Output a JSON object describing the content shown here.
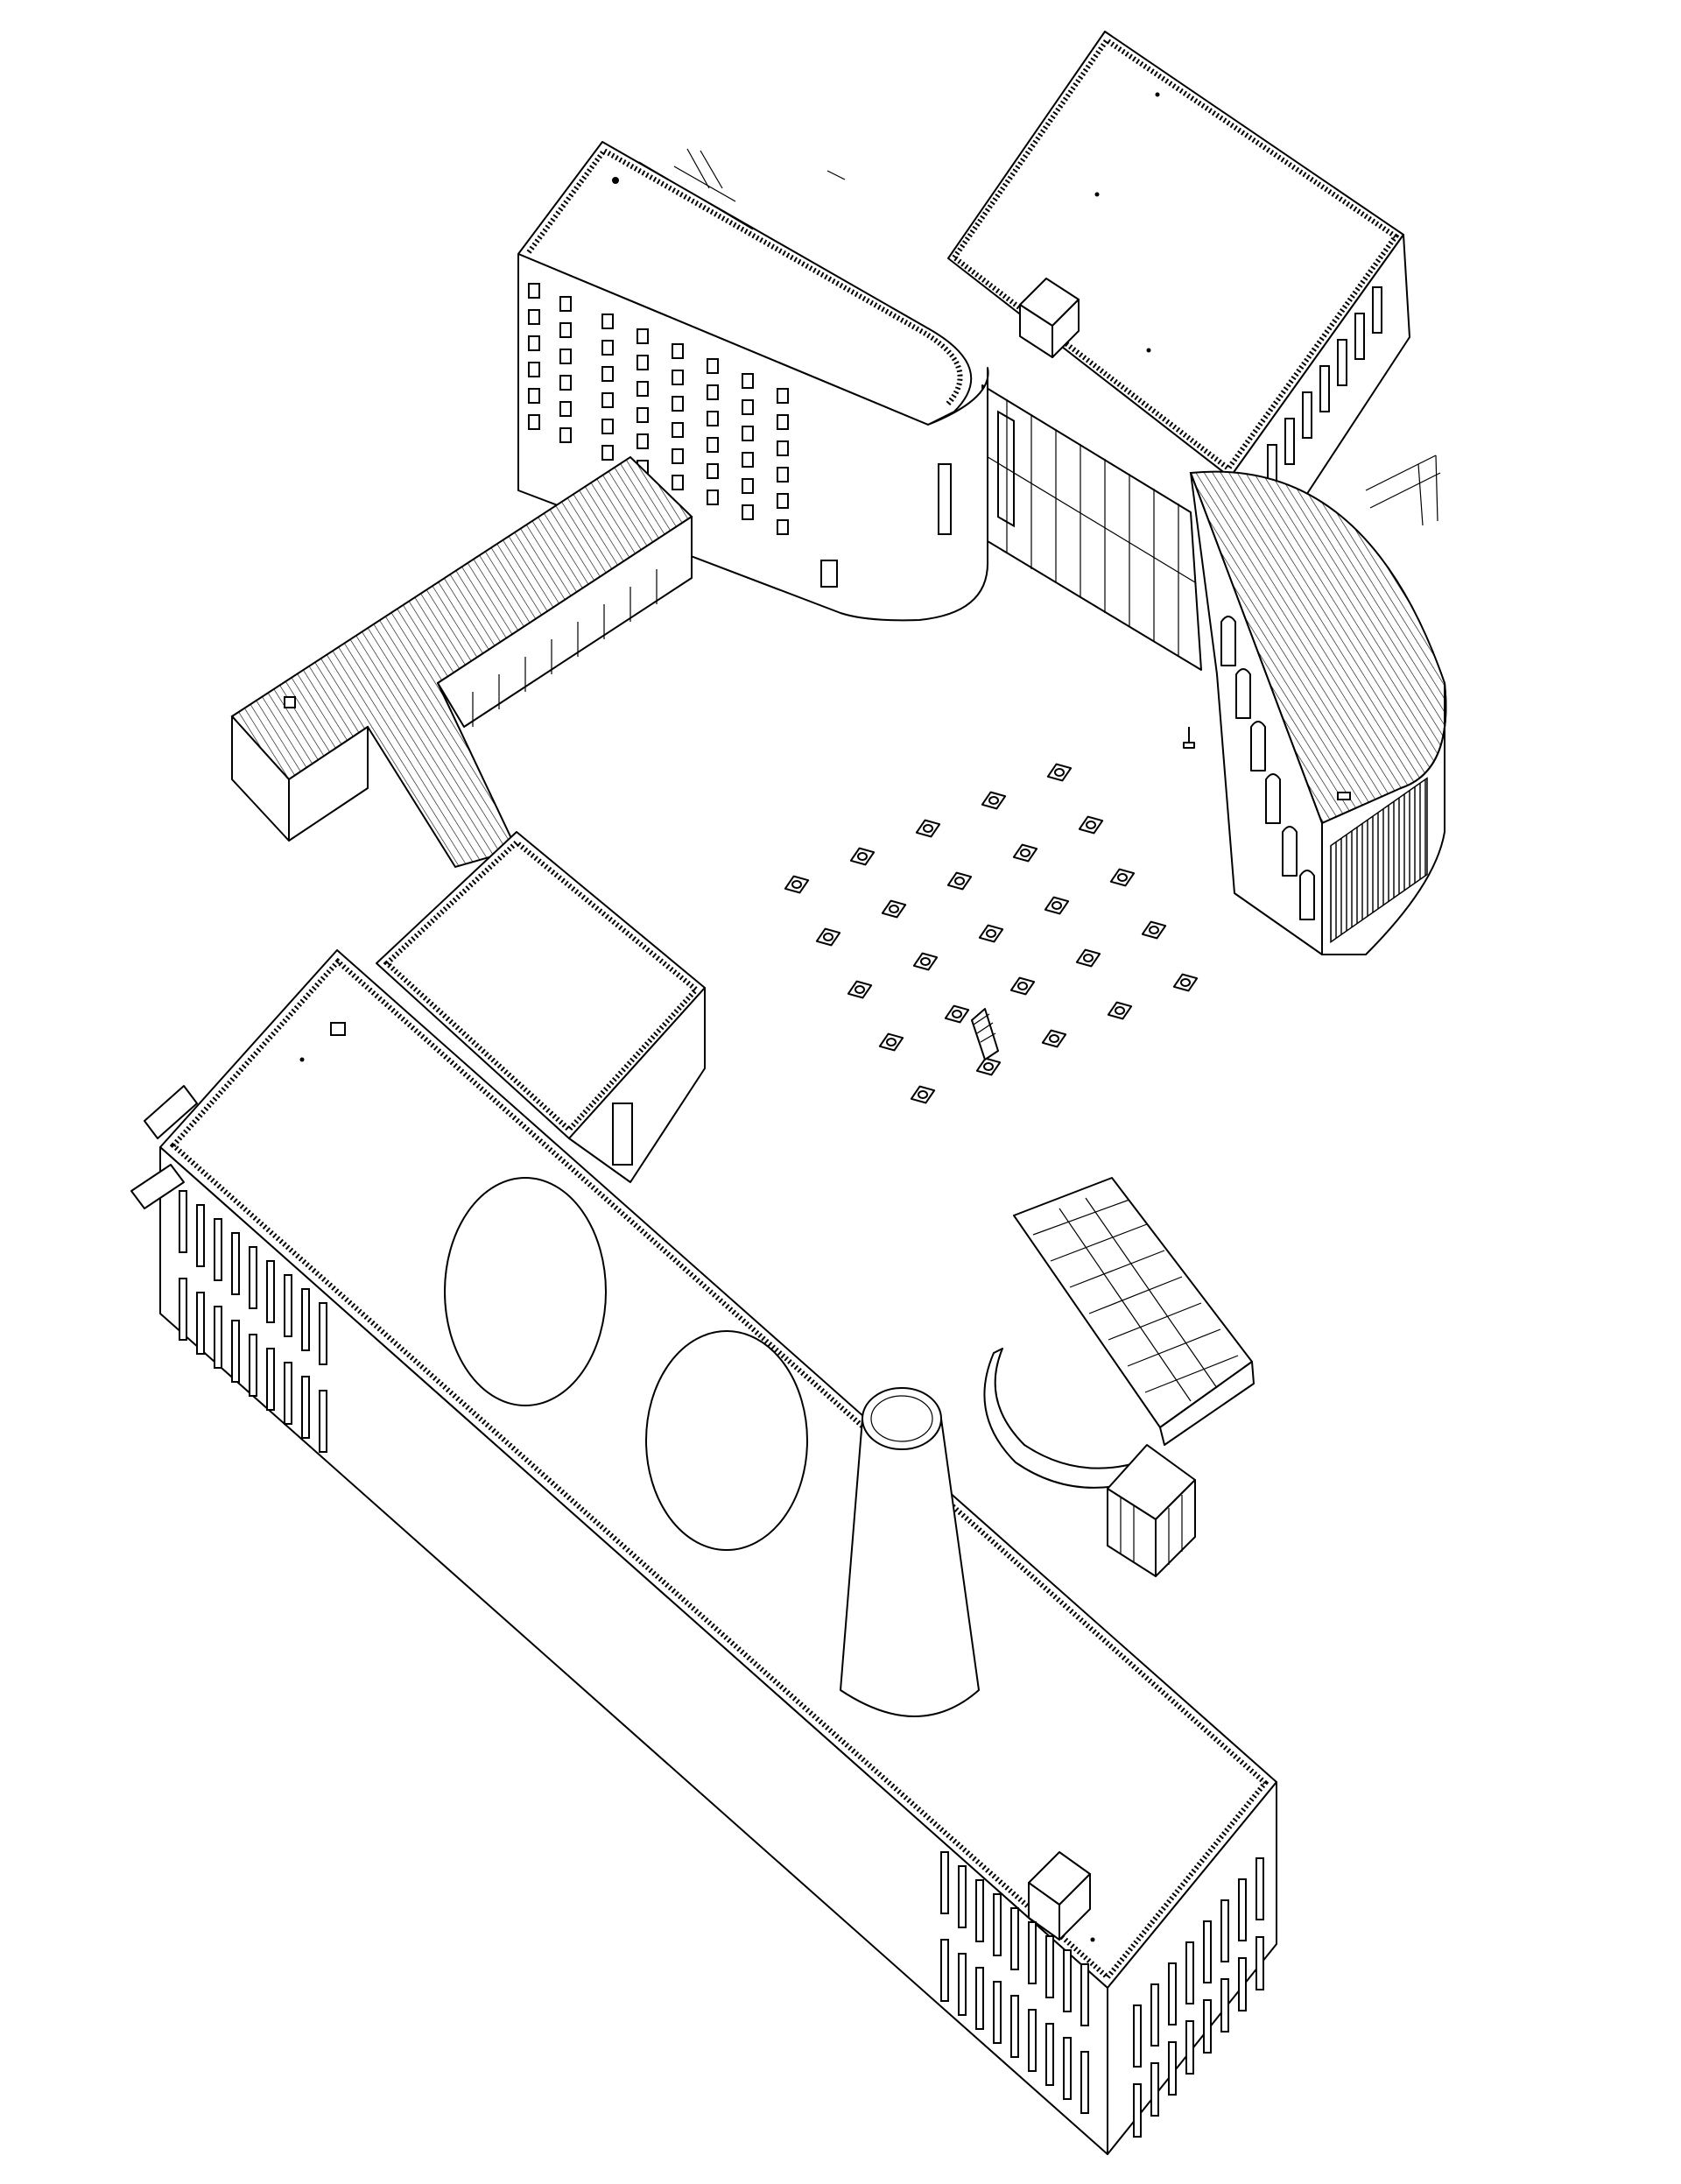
{
  "drawing": {
    "type": "isometric architectural line drawing",
    "colors": {
      "line": "#000000",
      "background": "#ffffff"
    },
    "courtyard_grid": {
      "rows": 5,
      "columns": 5
    }
  }
}
